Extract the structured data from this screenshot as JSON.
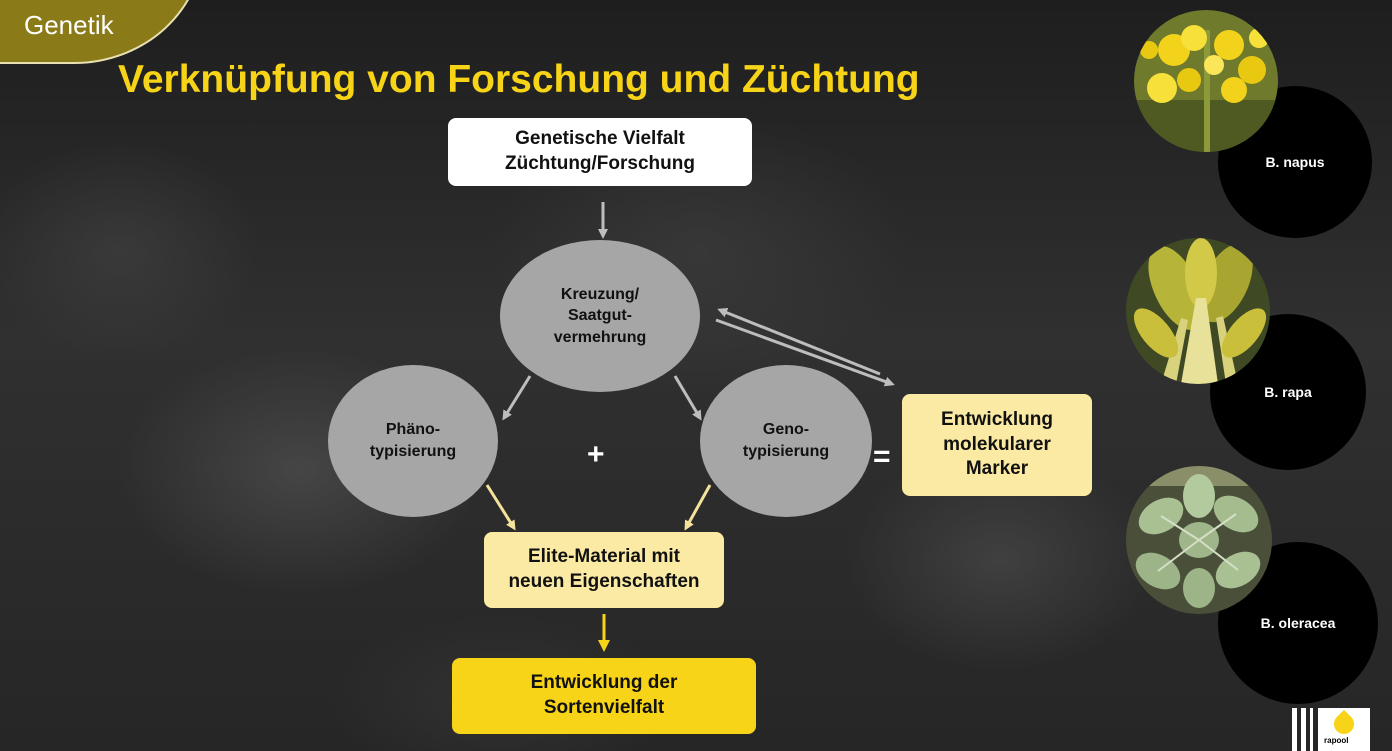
{
  "header": {
    "section_tab": "Genetik",
    "title": "Verknüpfung von Forschung und Züchtung"
  },
  "diagram": {
    "top_box": {
      "line1": "Genetische Vielfalt",
      "line2": "Züchtung/Forschung"
    },
    "crossing": {
      "line1": "Kreuzung/",
      "line2": "Saatgut-",
      "line3": "vermehrung"
    },
    "phenotyping": {
      "line1": "Phäno-",
      "line2": "typisierung"
    },
    "genotyping": {
      "line1": "Geno-",
      "line2": "typisierung"
    },
    "plus_sign": "+",
    "equals_sign": "=",
    "marker_box": {
      "line1": "Entwicklung",
      "line2": "molekularer",
      "line3": "Marker"
    },
    "elite_box": {
      "line1": "Elite-Material mit",
      "line2": "neuen Eigenschaften"
    },
    "variety_box": {
      "line1": "Entwicklung der",
      "line2": "Sortenvielfalt"
    }
  },
  "species": [
    {
      "label": "B. napus",
      "photo": "yellow-flowers"
    },
    {
      "label": "B. rapa",
      "photo": "yellow-green-stems"
    },
    {
      "label": "B. oleracea",
      "photo": "green-leaves"
    }
  ],
  "logo": {
    "text": "rapool"
  },
  "colors": {
    "accent_yellow": "#f7d417",
    "pale_yellow": "#fbeaa3",
    "ellipse_gray": "#a6a6a6",
    "tab_olive": "#8a7a18"
  }
}
